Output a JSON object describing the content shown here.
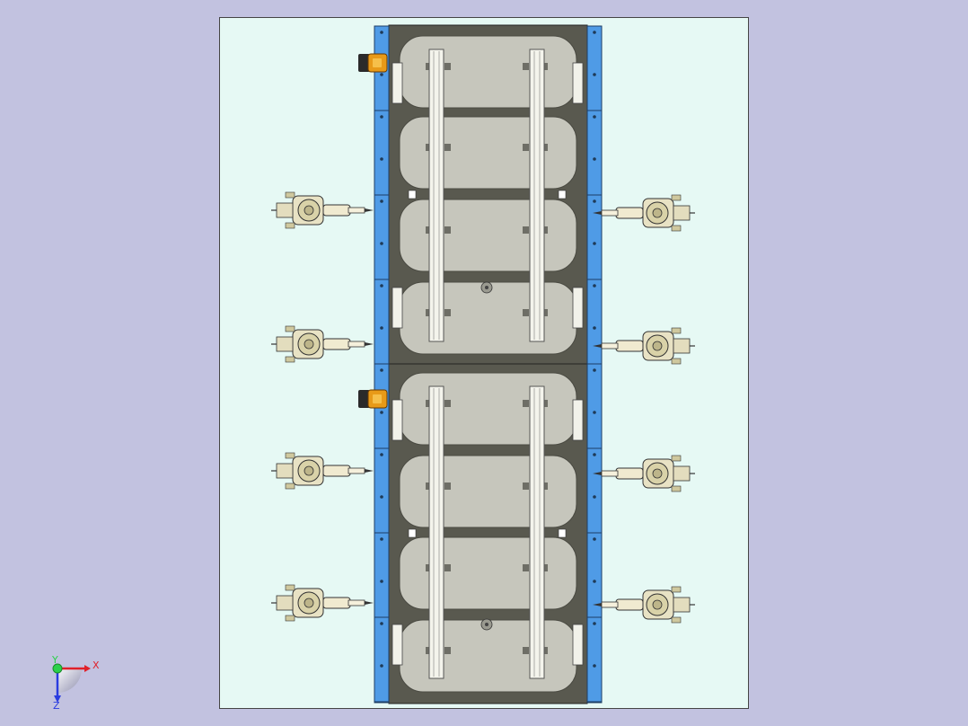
{
  "app": {
    "window_type": "cad-3d-viewport",
    "view": "top"
  },
  "colors": {
    "background": "#c2c2e0",
    "sheet": "#e6f9f4",
    "frame_dark": "#59594f",
    "panel_fill": "#c6c6bc",
    "rail_blue": "#4f9be6",
    "tube_fill": "#f4f4ec",
    "sensor_orange": "#e89a18",
    "robot_body": "#e8e2c4",
    "axis_x": "#e0202a",
    "axis_y": "#2bd14a",
    "axis_z": "#2a3ce0"
  },
  "triad": {
    "x_label": "X",
    "y_label": "Y",
    "z_label": "Z"
  },
  "assembly": {
    "panel_count": 8,
    "robot_count": 8,
    "sensor_count": 2
  }
}
